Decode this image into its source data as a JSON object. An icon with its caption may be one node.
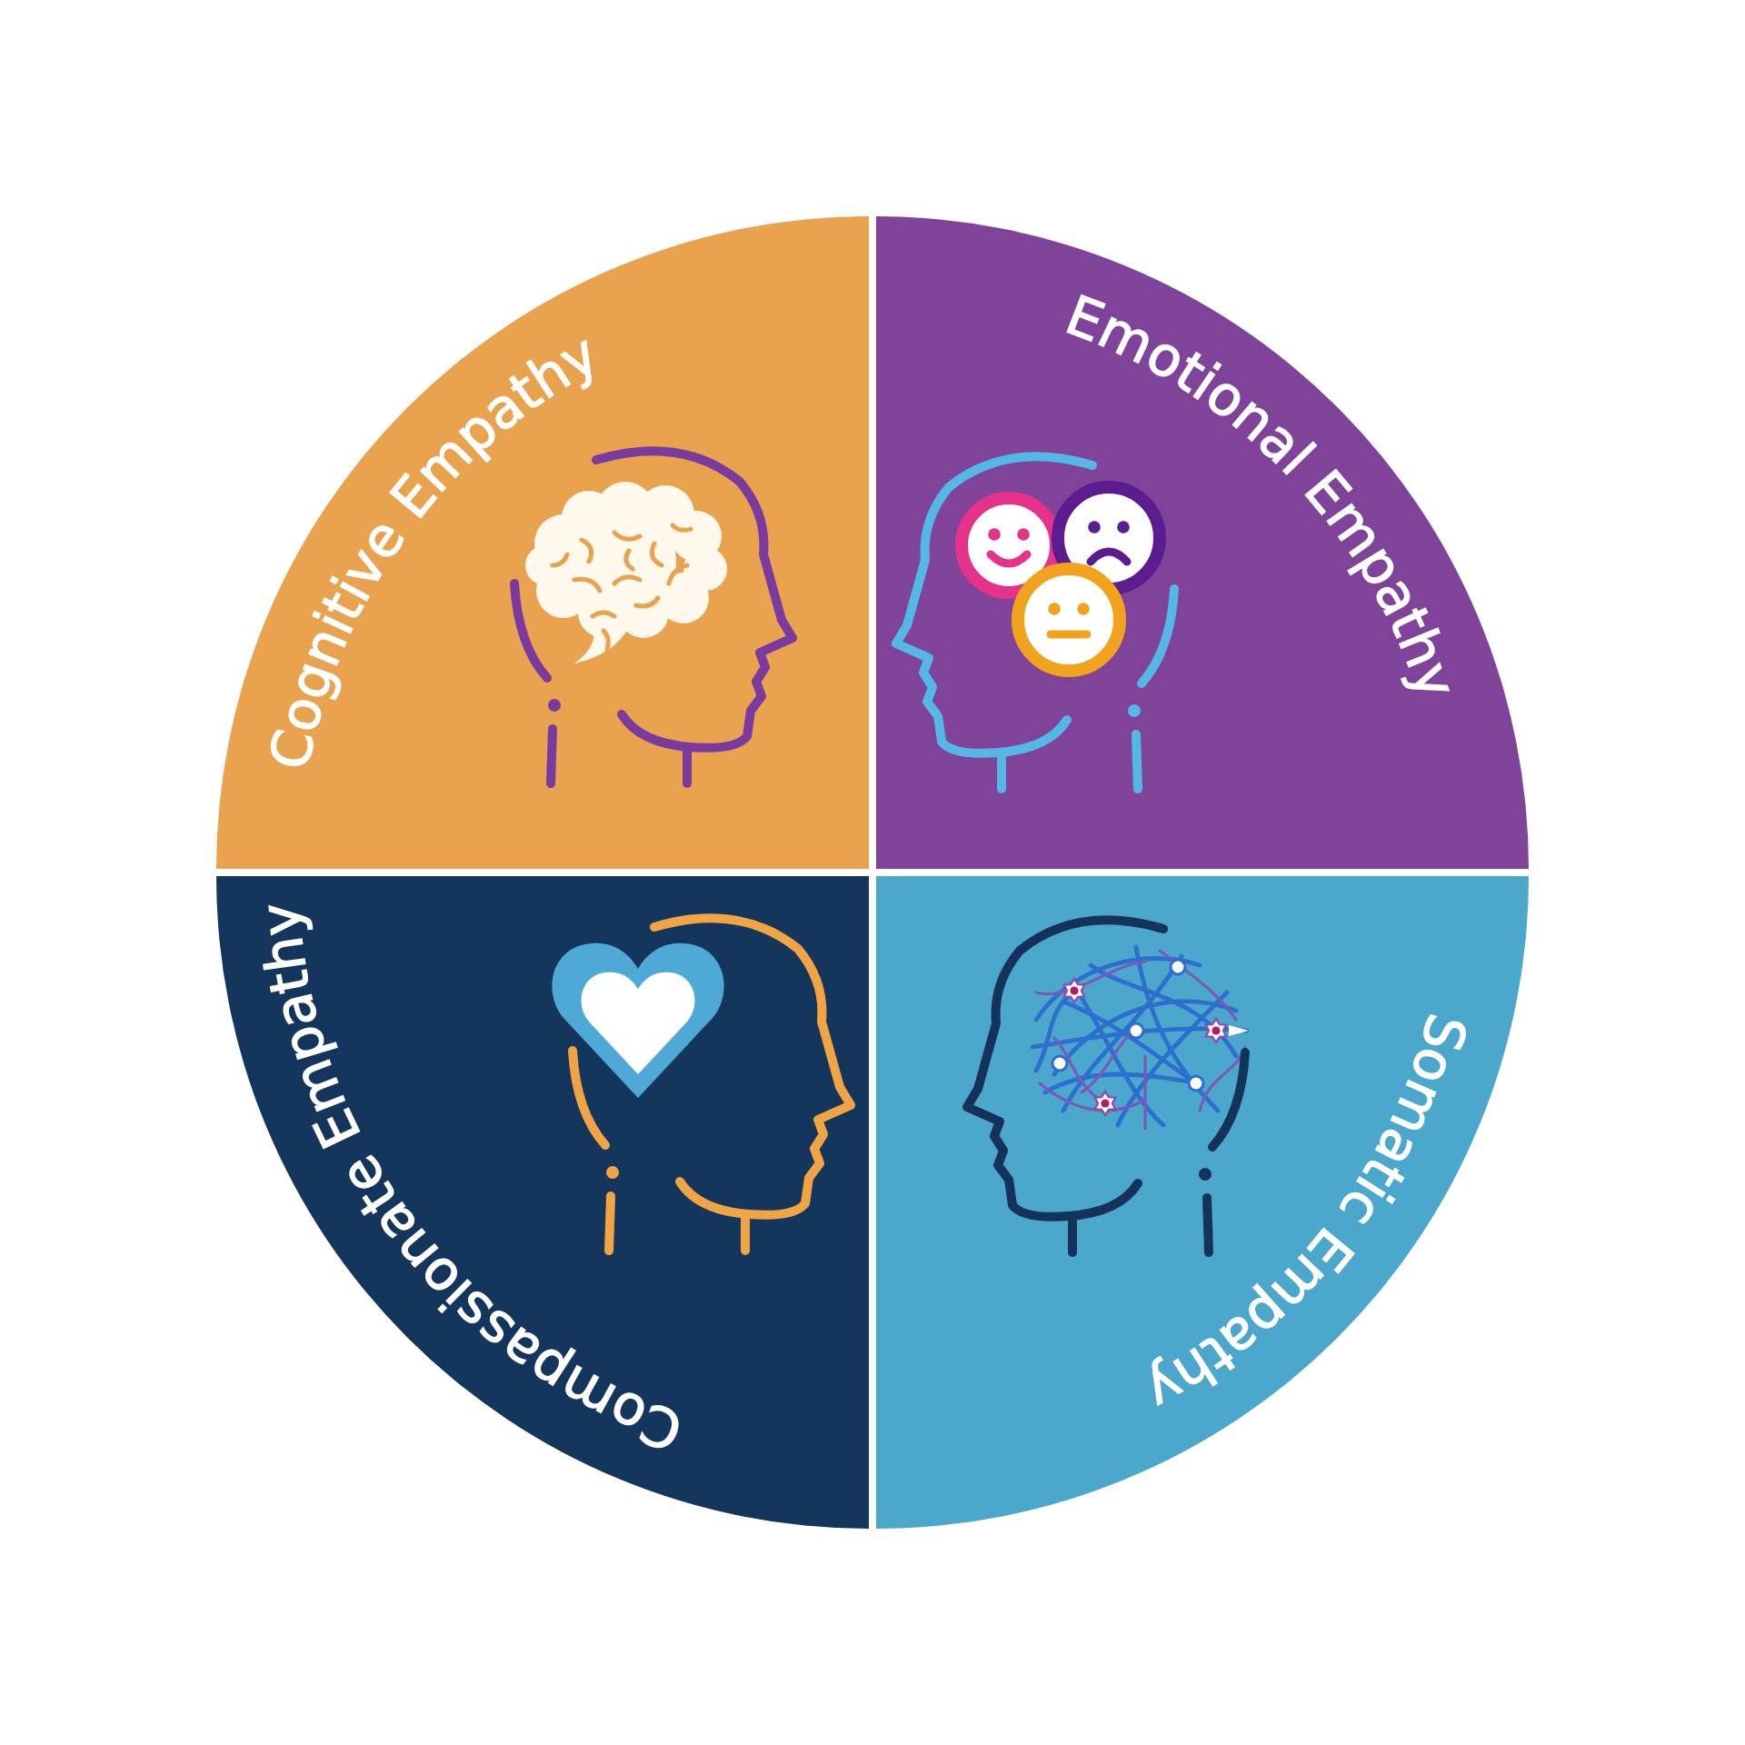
{
  "diagram": {
    "nodes": [
      {
        "text": [
          "Cognitive Empathy"
        ]
      },
      {
        "text": [
          "Emotional Empathy"
        ]
      },
      {
        "text": [
          "Compassionate Empathy"
        ]
      },
      {
        "text": [
          "Somatic Empathy"
        ]
      }
    ]
  }
}
